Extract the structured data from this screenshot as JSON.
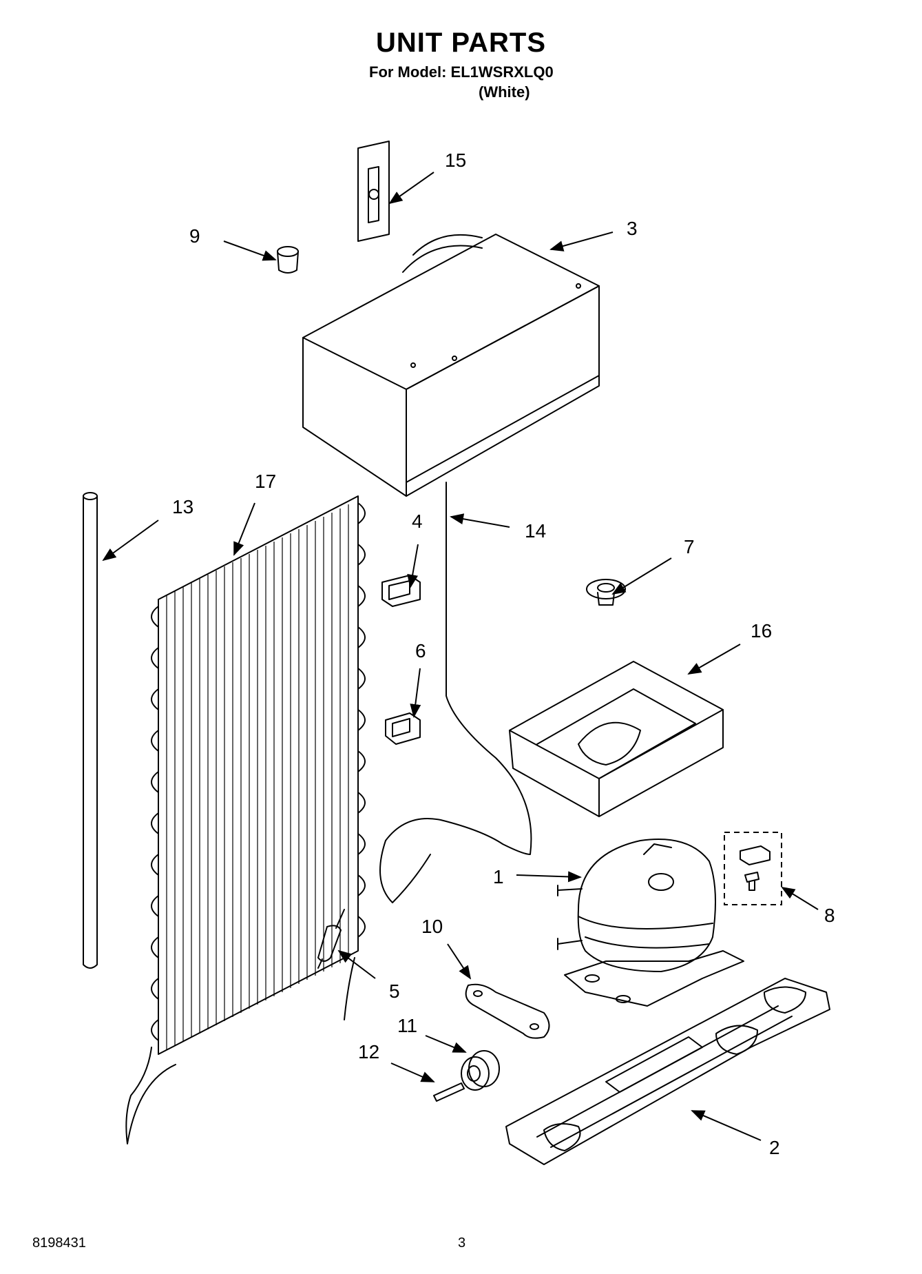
{
  "header": {
    "title": "UNIT PARTS",
    "model_line": "For Model: EL1WSRXLQ0",
    "color_note": "(White)"
  },
  "footer": {
    "doc_number": "8198431",
    "page_number": "3"
  },
  "callouts": [
    "1",
    "2",
    "3",
    "4",
    "5",
    "6",
    "7",
    "8",
    "9",
    "10",
    "11",
    "12",
    "13",
    "14",
    "15",
    "16",
    "17"
  ]
}
